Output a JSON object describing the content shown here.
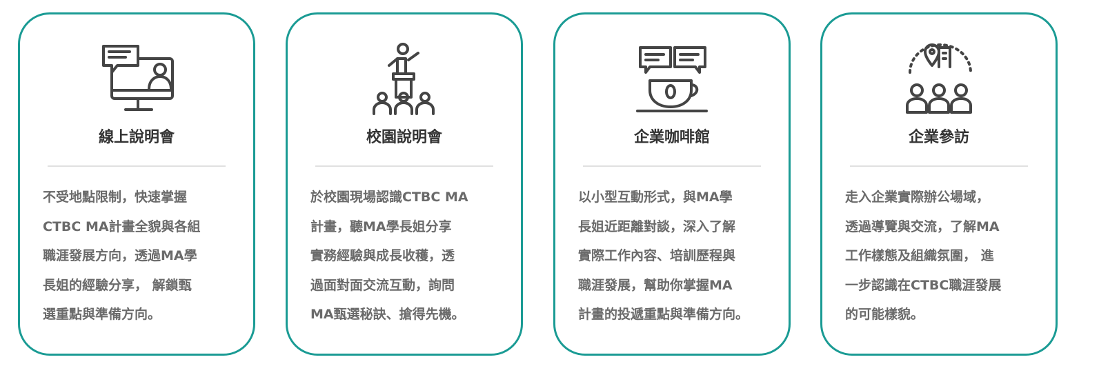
{
  "accent_color": "#1a9b94",
  "cards": [
    {
      "icon": "online-presentation-icon",
      "title": "線上說明會",
      "lines": [
        "不受地點限制，快速掌握",
        "CTBC MA計畫全貌與各組",
        "職涯發展方向，透過MA學",
        "長姐的經驗分享， 解鎖甄",
        "選重點與準備方向。"
      ]
    },
    {
      "icon": "campus-speaker-icon",
      "title": "校園說明會",
      "lines": [
        "於校園現場認識CTBC MA",
        "計畫，聽MA學長姐分享",
        "實務經驗與成長收穫，透",
        "過面對面交流互動，詢問",
        "MA甄選秘訣、搶得先機。"
      ]
    },
    {
      "icon": "coffee-chat-icon",
      "title": "企業咖啡館",
      "lines": [
        "以小型互動形式，與MA學",
        "長姐近距離對談，深入了解",
        "實際工作內容、培訓歷程與",
        "職涯發展，幫助你掌握MA",
        "計畫的投遞重點與準備方向。"
      ]
    },
    {
      "icon": "company-visit-icon",
      "title": "企業參訪",
      "lines": [
        "走入企業實際辦公場域，",
        "透過導覽與交流，了解MA",
        "工作樣態及組織氛圍， 進",
        "一步認識在CTBC職涯發展",
        "的可能樣貌。"
      ]
    }
  ]
}
